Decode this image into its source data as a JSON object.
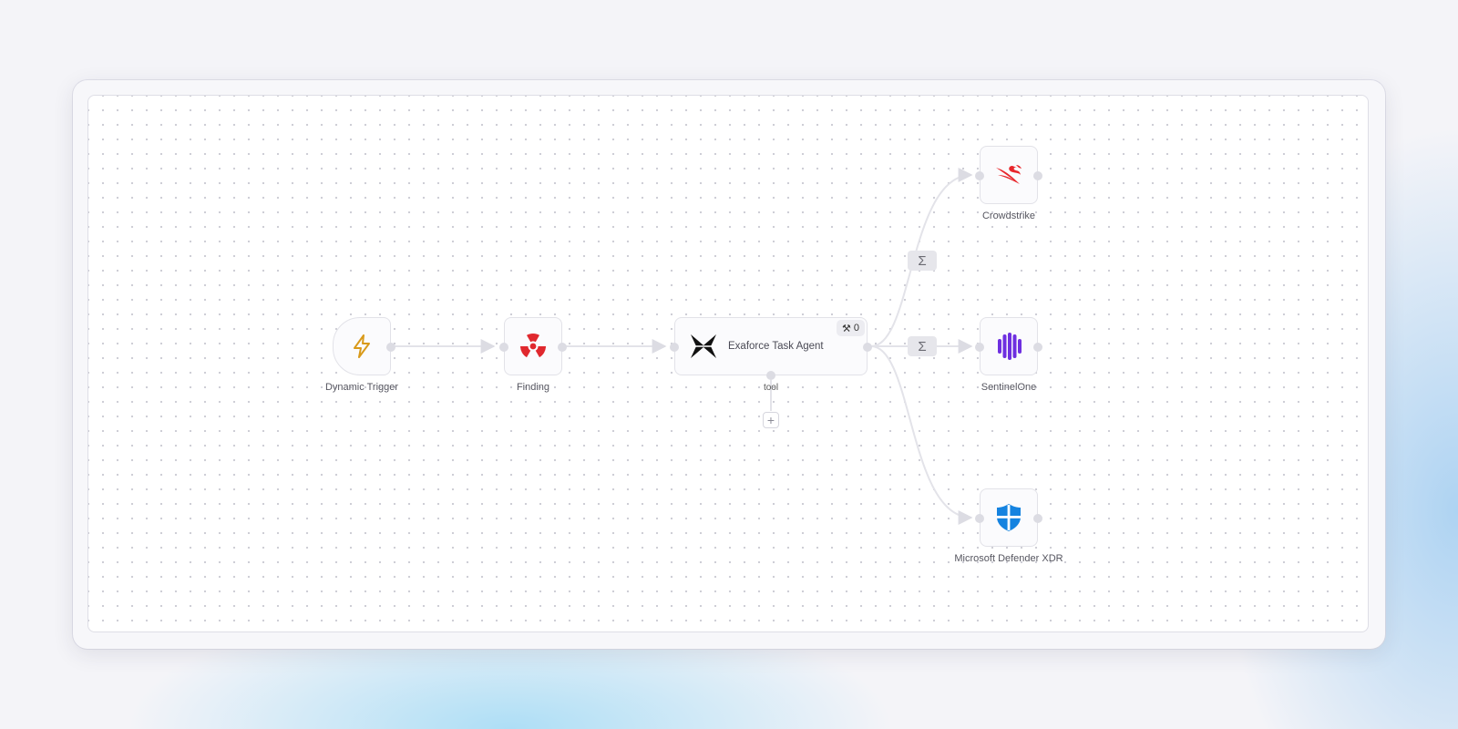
{
  "nodes": {
    "trigger": {
      "label": "Dynamic Trigger",
      "icon": "lightning-bolt-icon"
    },
    "finding": {
      "label": "Finding",
      "icon": "radiation-icon"
    },
    "agent": {
      "title": "Exaforce Task Agent",
      "icon": "exaforce-logo-icon",
      "tool_count": "0",
      "tool_label": "tool",
      "add_tool": "+"
    },
    "crowdstrike": {
      "label": "Crowdstrike",
      "icon": "crowdstrike-logo-icon"
    },
    "sentinelone": {
      "label": "SentinelOne",
      "icon": "sentinelone-logo-icon"
    },
    "defender": {
      "label": "Microsoft Defender XDR",
      "icon": "microsoft-defender-shield-icon"
    }
  },
  "edge_badges": {
    "sigma": "Σ"
  },
  "colors": {
    "bolt": "#d99a1a",
    "radiation": "#e0282e",
    "crowdstrike": "#e8262b",
    "sentinelone": "#6e2fe0",
    "defender": "#1583e0",
    "edge": "#dcdce3"
  }
}
